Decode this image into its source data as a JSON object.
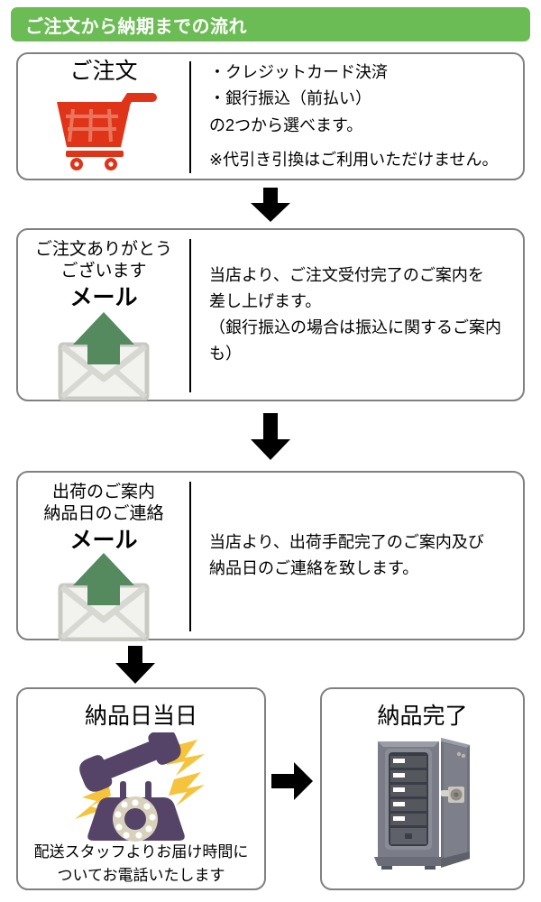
{
  "header": {
    "title": "ご注文から納期までの流れ",
    "background_color": "#6cbc55",
    "text_color": "#ffffff"
  },
  "colors": {
    "box_border": "#808080",
    "divider": "#000000",
    "arrow": "#000000",
    "cart_red": "#e03418",
    "cart_grid": "#e8755c",
    "mail_body": "#f2f2ef",
    "mail_border": "#c9c9c4",
    "mail_flap": "#d8d8d3",
    "mail_arrow_green": "#548a5e",
    "phone_purple": "#564468",
    "phone_dial_cream": "#d8d2bd",
    "phone_bolt_yellow": "#f5c43c",
    "safe_gray": "#6f717d",
    "safe_dark": "#3b3d46",
    "safe_light": "#9a9ca6"
  },
  "steps": [
    {
      "id": "order",
      "icon": "shopping-cart-icon",
      "label": "ご注文",
      "label_style": "large",
      "body": "・クレジットカード決済\n・銀行振込（前払い）\nの2つから選べます。",
      "note": "※代引き引換はご利用いただけません。"
    },
    {
      "id": "thanks-mail",
      "icon": "mail-up-arrow-icon",
      "label_lines": "ご注文ありがとう\nございます",
      "label_bold": "メール",
      "body": "当店より、ご注文受付完了のご案内を\n差し上げます。\n（銀行振込の場合は振込に関するご案内も）"
    },
    {
      "id": "shipping-mail",
      "icon": "mail-up-arrow-icon",
      "label_lines": "出荷のご案内\n納品日のご連絡",
      "label_bold": "メール",
      "body": "当店より、出荷手配完了のご案内及び\n納品日のご連絡を致します。"
    }
  ],
  "bottom": {
    "left": {
      "id": "delivery-day",
      "title": "納品日当日",
      "icon": "ringing-phone-icon",
      "caption": "配送スタッフよりお届け時間に\nついてお電話いたします"
    },
    "right": {
      "id": "delivery-complete",
      "title": "納品完了",
      "icon": "safe-icon"
    }
  },
  "arrows": {
    "down_1": "arrow-down-icon",
    "down_2": "arrow-down-icon",
    "down_3": "arrow-down-icon",
    "right_1": "arrow-right-icon"
  }
}
